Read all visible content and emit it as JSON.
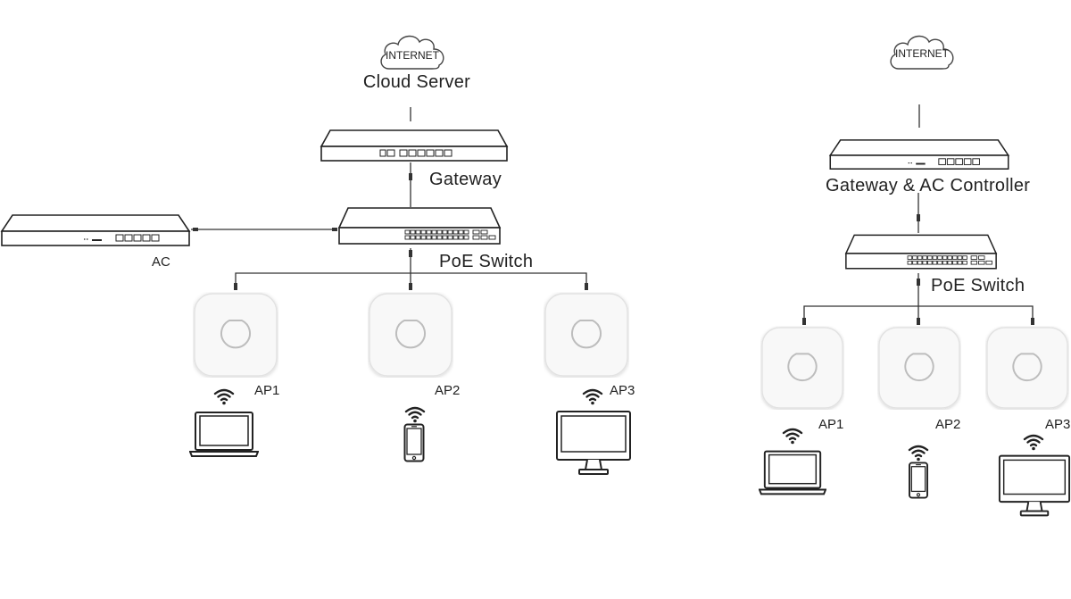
{
  "left": {
    "cloud_text": "INTERNET",
    "cloud_label": "Cloud Server",
    "gateway_label": "Gateway",
    "ac_label": "AC",
    "switch_label": "PoE Switch",
    "aps": [
      {
        "label": "AP1",
        "client": "laptop"
      },
      {
        "label": "AP2",
        "client": "phone"
      },
      {
        "label": "AP3",
        "client": "desktop"
      }
    ]
  },
  "right": {
    "cloud_text": "INTERNET",
    "gateway_label": "Gateway & AC Controller",
    "switch_label": "PoE Switch",
    "aps": [
      {
        "label": "AP1",
        "client": "laptop"
      },
      {
        "label": "AP2",
        "client": "phone"
      },
      {
        "label": "AP3",
        "client": "desktop"
      }
    ]
  },
  "icons": [
    "cloud-icon",
    "router-icon",
    "poe-switch-icon",
    "access-point-icon",
    "wifi-icon",
    "laptop-icon",
    "phone-icon",
    "desktop-icon"
  ],
  "colors": {
    "line": "#333333",
    "device_fill": "#ffffff",
    "ap_fill": "#f7f7f7"
  }
}
